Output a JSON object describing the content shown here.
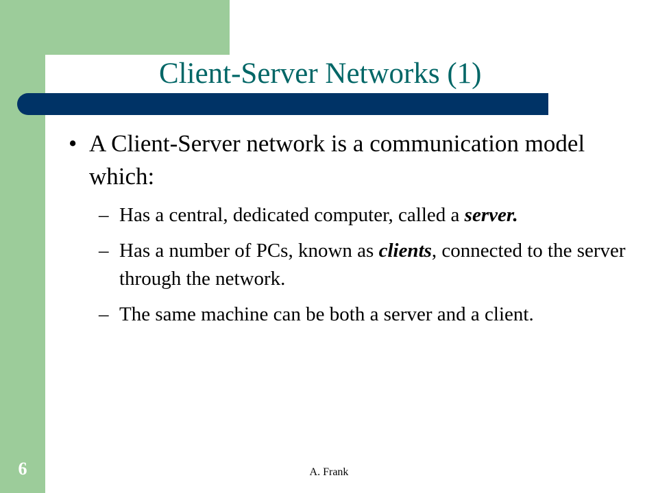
{
  "slide": {
    "title": "Client-Server Networks (1)",
    "number": "6",
    "footer": "A. Frank"
  },
  "main_bullet": {
    "mark": "•",
    "text": "A Client-Server network is a communication model which:"
  },
  "sub_bullets": [
    {
      "mark": "–",
      "pre": "Has a central, dedicated computer, called a ",
      "em": "server.",
      "post": ""
    },
    {
      "mark": "–",
      "pre": "Has a number of PCs, known as ",
      "em": "clients",
      "post": ", connected to the server through the network."
    },
    {
      "mark": "–",
      "pre": "The same machine can be both a server and a client.",
      "em": "",
      "post": ""
    }
  ],
  "colors": {
    "accent_green": "#9ccc9a",
    "title_bar_blue": "#003366",
    "title_text_teal": "#006666"
  }
}
